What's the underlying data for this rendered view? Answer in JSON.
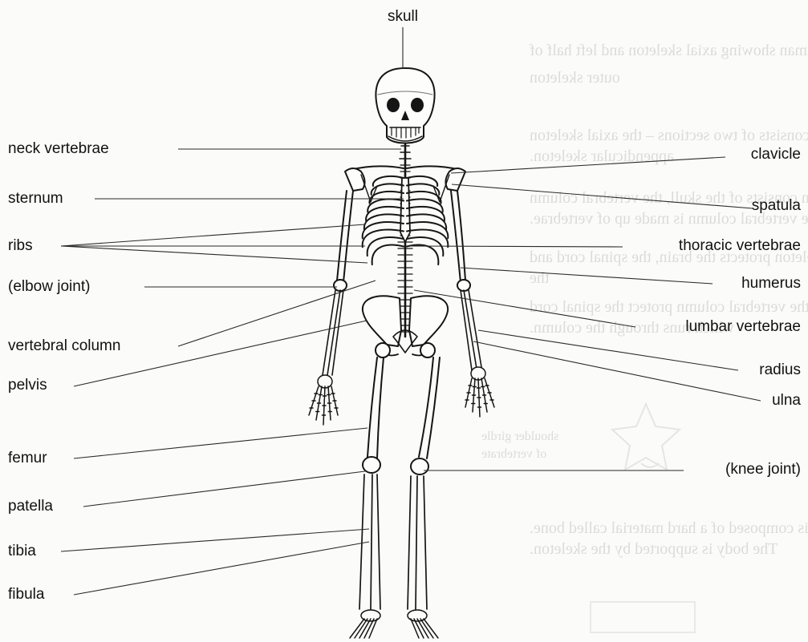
{
  "figure": {
    "title": "",
    "background_color": "#fbfbf9",
    "ink_color": "#151515"
  },
  "labels": {
    "skull": "skull",
    "neck_vertebrae": "neck vertebrae",
    "sternum": "sternum",
    "ribs": "ribs",
    "elbow_joint": "(elbow joint)",
    "vertebral_column": "vertebral column",
    "pelvis": "pelvis",
    "femur": "femur",
    "patella": "patella",
    "tibia": "tibia",
    "fibula": "fibula",
    "clavicle": "clavicle",
    "spatula": "spatula",
    "thoracic_vertebrae": "thoracic vertebrae",
    "humerus": "humerus",
    "lumbar_vertebrae": "lumbar vertebrae",
    "radius": "radius",
    "ulna": "ulna",
    "knee_joint": "(knee joint)"
  },
  "bleed_through_text": [
    "structure of a human showing axial skeleton and left half of",
    "outer skeleton",
    "The skeleton consists of two sections – the axial skeleton",
    "appendicular skeleton.",
    "The axial skeleton consists of the skull, the vertebral column",
    "The vertebral column is made up of vertebrae.",
    "The axial skeleton protects the brain, the spinal cord and",
    "the",
    "The bones of the vertebral column protect the spinal cord",
    "which runs through the column.",
    "shoulder girdle",
    "of vertebrate",
    "The skeleton is composed of a hard material called bone.",
    "The body is supported by the skeleton."
  ]
}
